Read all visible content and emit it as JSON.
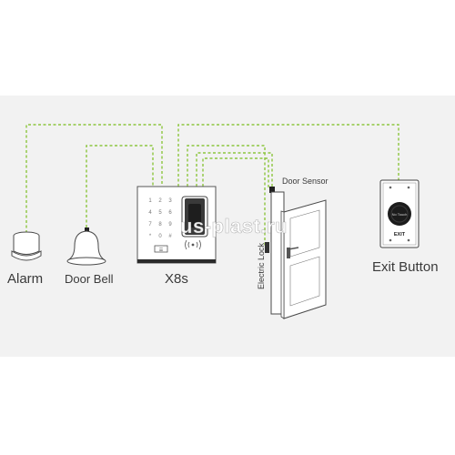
{
  "labels": {
    "alarm": "Alarm",
    "door_bell": "Door Bell",
    "device": "X8s",
    "exit_button": "Exit Button",
    "door_sensor": "Door Sensor",
    "electric_lock": "Electric Lock"
  },
  "device": {
    "keypad": [
      "1",
      "2",
      "3",
      "4",
      "5",
      "6",
      "7",
      "8",
      "9",
      "*",
      "0",
      "#"
    ],
    "badge": "☰"
  },
  "exit_button": {
    "touch_text": "No Touch",
    "exit_text": "EXIT"
  },
  "watermark": "us-plast.ru",
  "colors": {
    "wire": "#8dc63f",
    "band": "#f2f2f2",
    "outline": "#4a4a4a",
    "background": "#ffffff"
  },
  "icons": [
    "alarm-icon",
    "door-bell-icon",
    "x8s-device-icon",
    "door-icon",
    "exit-button-icon"
  ]
}
